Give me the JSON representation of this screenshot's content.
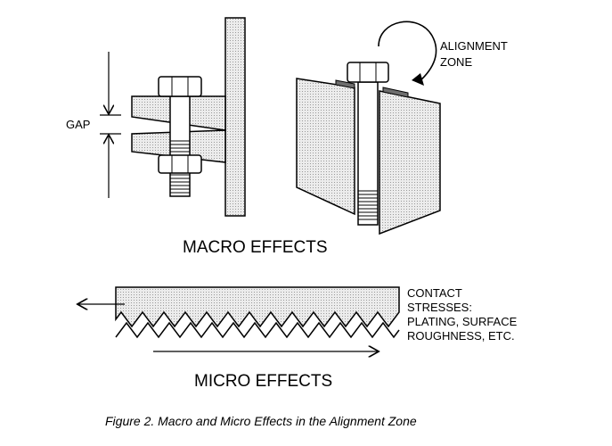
{
  "labels": {
    "gap": "GAP",
    "alignment_zone_line1": "ALIGNMENT",
    "alignment_zone_line2": "ZONE",
    "macro_effects": "MACRO EFFECTS",
    "contact_stresses_line1": "CONTACT",
    "contact_stresses_line2": "STRESSES:",
    "contact_stresses_line3": "PLATING, SURFACE",
    "contact_stresses_line4": "ROUGHNESS, ETC.",
    "micro_effects": "MICRO EFFECTS",
    "caption": "Figure 2. Macro and Micro Effects in the Alignment Zone"
  },
  "colors": {
    "stroke": "#000000",
    "plate_fill": "#dcdcdc",
    "hatch_fill": "#c8c8c8",
    "nut_fill": "#ffffff",
    "washer_fill": "#6e6e6e"
  }
}
